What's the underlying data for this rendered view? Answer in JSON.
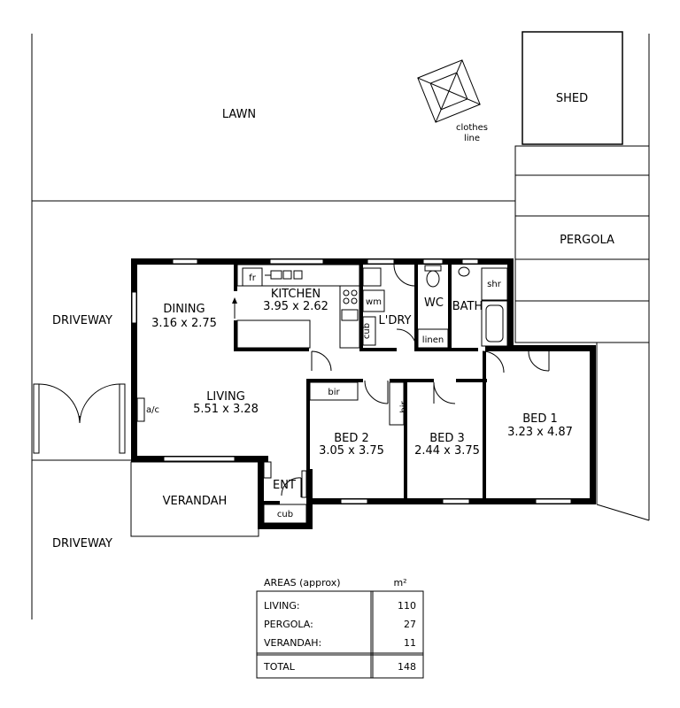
{
  "site": {
    "lawn": "LAWN",
    "shed": "SHED",
    "clothes_line": [
      "clothes",
      "line"
    ],
    "pergola": "PERGOLA",
    "driveway_top": "DRIVEWAY",
    "driveway_bottom": "DRIVEWAY",
    "verandah": "VERANDAH"
  },
  "rooms": {
    "dining": {
      "name": "DINING",
      "size": "3.16 x 2.75"
    },
    "kitchen": {
      "name": "KITCHEN",
      "size": "3.95 x 2.62"
    },
    "living": {
      "name": "LIVING",
      "size": "5.51 x 3.28"
    },
    "bed1": {
      "name": "BED 1",
      "size": "3.23 x 4.87"
    },
    "bed2": {
      "name": "BED 2",
      "size": "3.05 x 3.75"
    },
    "bed3": {
      "name": "BED 3",
      "size": "2.44 x 3.75"
    },
    "ldry": "L'DRY",
    "wc": "WC",
    "bath": "BATH",
    "ent": "ENT"
  },
  "fixtures": {
    "fr": "fr",
    "wm": "wm",
    "cub": "cub",
    "linen": "linen",
    "shr": "shr",
    "bir_bed2": "bir",
    "bir_bed3": "bir",
    "ac": "a/c",
    "cub_ent": "cub"
  },
  "areas": {
    "title": "AREAS (approx)",
    "unit": "m²",
    "rows": [
      {
        "label": "LIVING:",
        "value": "110"
      },
      {
        "label": "PERGOLA:",
        "value": "27"
      },
      {
        "label": "VERANDAH:",
        "value": "11"
      }
    ],
    "total": {
      "label": "TOTAL",
      "value": "148"
    }
  }
}
